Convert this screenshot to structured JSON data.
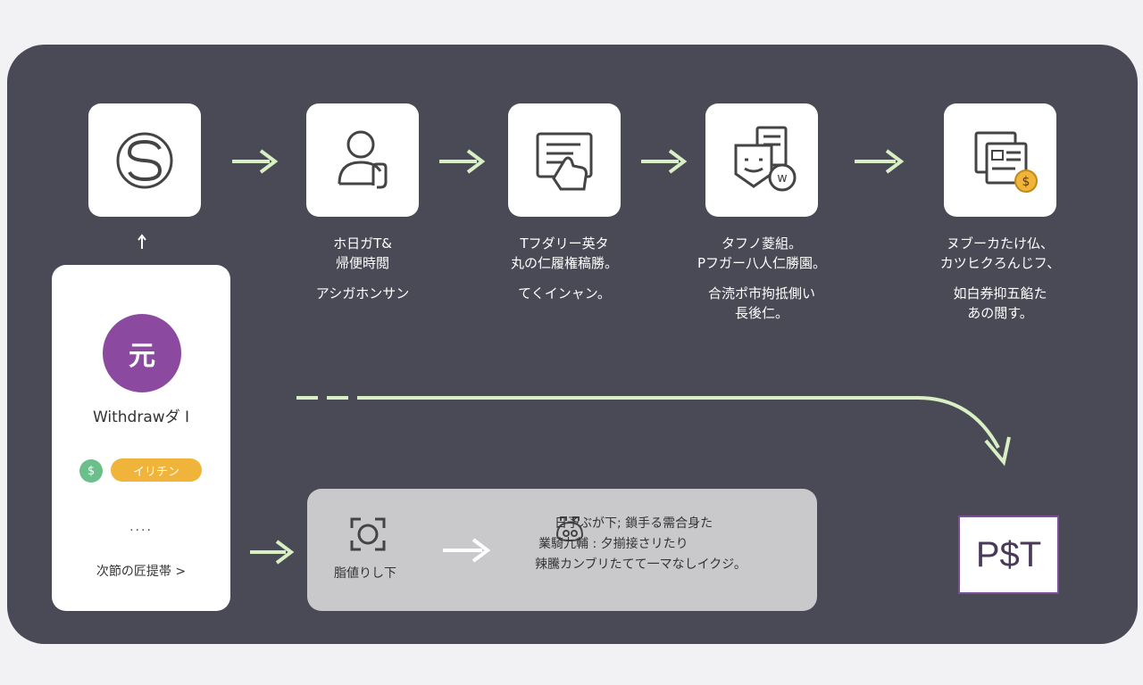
{
  "steps": [
    {
      "icon": "s-logo-icon"
    },
    {
      "icon": "user-hand-icon",
      "caption": [
        "ホ日ガT&",
        "帰便時閲"
      ],
      "sub": [
        "アシガホンサン"
      ]
    },
    {
      "icon": "hand-document-icon",
      "caption": [
        "Tフダリー英タ",
        "丸の仁履権稿勝。"
      ],
      "sub": [
        "てくインャン。"
      ]
    },
    {
      "icon": "documents-w-icon",
      "caption": [
        "タフノ菱組。",
        "Pフガー八人仁勝園。"
      ],
      "sub": [
        "合涜ポ市拘抵側い",
        "長後仁。"
      ]
    },
    {
      "icon": "documents-dollar-icon",
      "caption": [
        "ヌブーカたけ仏、",
        "カツヒクろんじフ、"
      ],
      "sub": [
        "如白券抑五餡た",
        "あの閲す。"
      ]
    }
  ],
  "withdraw_card": {
    "avatar": "元",
    "title": "Withdrawダ I",
    "coin_symbol": "$",
    "tag": "イリチン",
    "dots": "····",
    "link": "次節の匠提帯 >"
  },
  "process_box": {
    "label": "脂値りし下",
    "lines": [
      "日予ぶが下; 鎖手る需合身た",
      "業騎九輔 : 夕揃接さリたり",
      "辣騰カンブリたてて一マなしイクジ。"
    ]
  },
  "result": {
    "label": "P$T"
  },
  "colors": {
    "panel": "#4a4a57",
    "arrow": "#d8f0c4",
    "accent_purple": "#8b4a9f",
    "tag": "#f0b43a",
    "coin": "#6bbf8a"
  }
}
